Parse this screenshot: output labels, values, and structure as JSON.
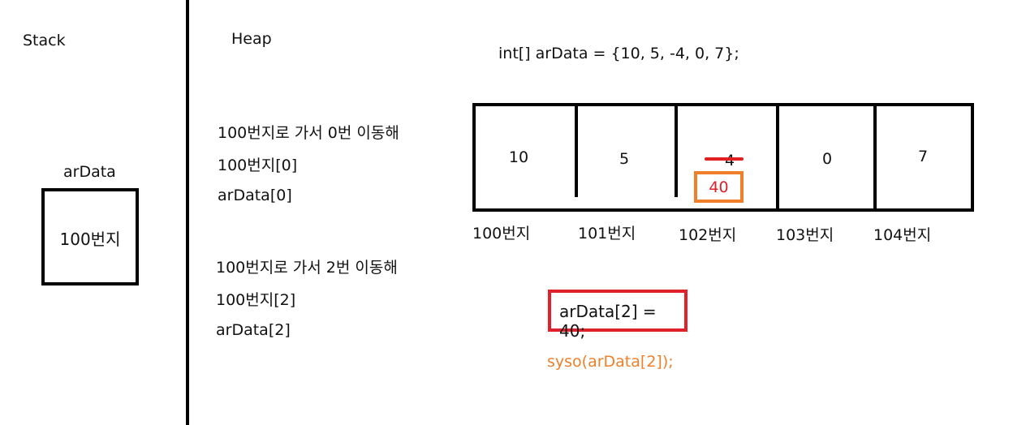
{
  "labels": {
    "stack": "Stack",
    "heap": "Heap",
    "var_name": "arData",
    "stack_value": "100번지",
    "declaration": "int[] arData = {10, 5, -4, 0, 7};"
  },
  "notes": {
    "group1": [
      "100번지로 가서 0번 이동해",
      "100번지[0]",
      "arData[0]"
    ],
    "group2": [
      "100번지로 가서 2번 이동해",
      "100번지[2]",
      "arData[2]"
    ]
  },
  "array": {
    "values": [
      "10",
      "5",
      "4",
      "0",
      "7"
    ],
    "addresses": [
      "100번지",
      "101번지",
      "102번지",
      "103번지",
      "104번지"
    ],
    "new_value": "40"
  },
  "code": {
    "assignment": "arData[2] = 40;",
    "print": "syso(arData[2]);"
  },
  "colors": {
    "red": "#e0202a",
    "orange": "#f07f2a"
  }
}
